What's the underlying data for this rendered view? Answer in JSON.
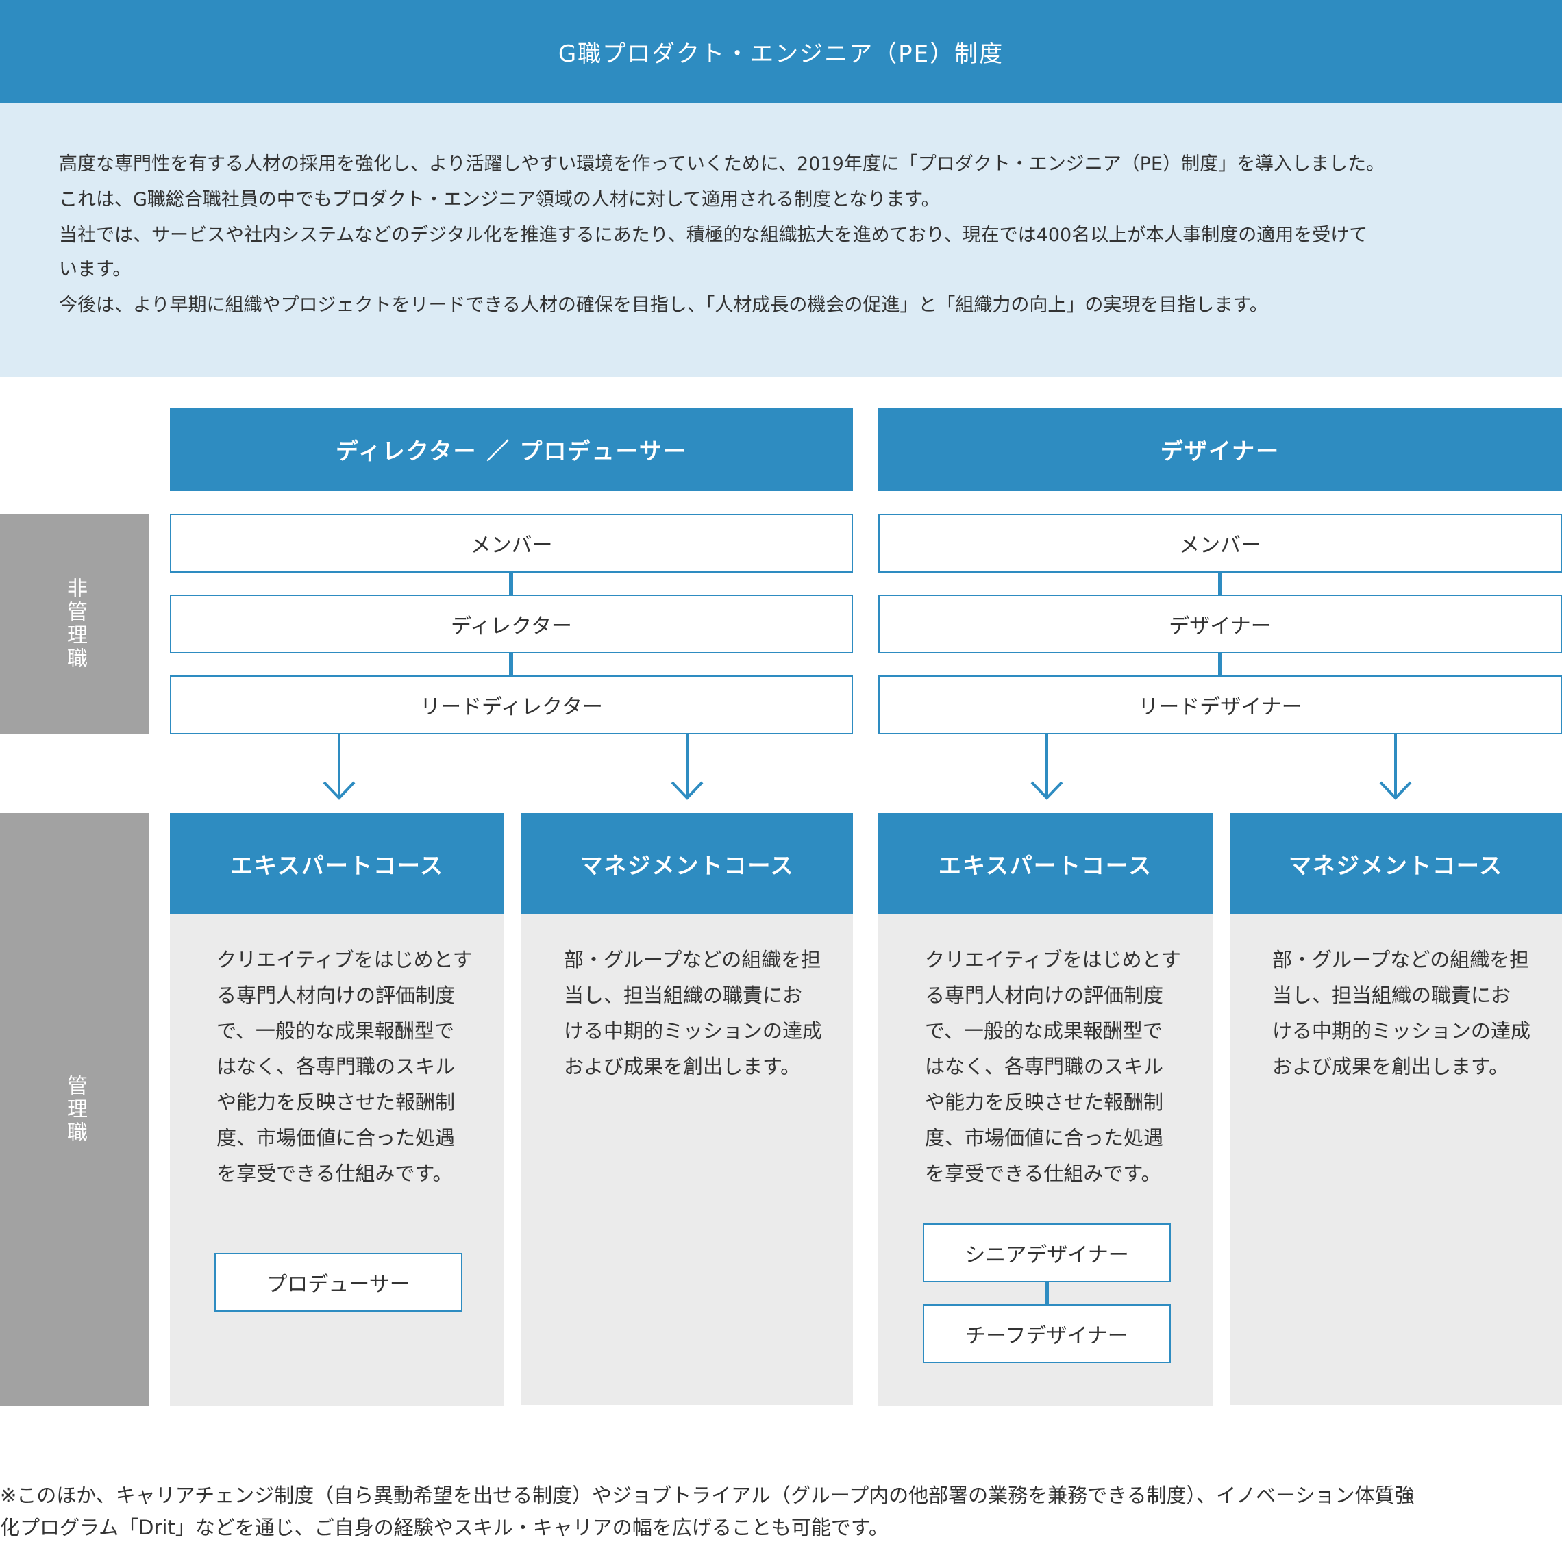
{
  "header": {
    "title": "G職プロダクト・エンジニア（PE）制度"
  },
  "intro": {
    "lines": [
      "高度な専門性を有する人材の採用を強化し、より活躍しやすい環境を作っていくために、2019年度に「プロダクト・エンジニア（PE）制度」を導入しました。",
      "これは、G職総合職社員の中でもプロダクト・エンジニア領域の人材に対して適用される制度となります。",
      "当社では、サービスや社内システムなどのデジタル化を推進するにあたり、積極的な組織拡大を進めており、現在では400名以上が本人事制度の適用を受けて",
      "います。",
      "今後は、より早期に組織やプロジェクトをリードできる人材の確保を目指し、「人材成長の機会の促進」と「組織力の向上」の実現を目指します。"
    ]
  },
  "side_labels": {
    "non_management": "非管理職",
    "management": "管理職"
  },
  "columns": {
    "director": {
      "title": "ディレクター ／ プロデューサー",
      "roles": [
        "メンバー",
        "ディレクター",
        "リードディレクター"
      ]
    },
    "designer": {
      "title": "デザイナー",
      "roles": [
        "メンバー",
        "デザイナー",
        "リードデザイナー"
      ]
    }
  },
  "courses": {
    "dir_expert": {
      "title": "エキスパートコース",
      "lines": [
        "クリエイティブをはじめとす",
        "る専門人材向けの評価制度",
        "で、一般的な成果報酬型で",
        "はなく、各専門職のスキル",
        "や能力を反映させた報酬制",
        "度、市場価値に合った処遇",
        "を享受できる仕組みです。"
      ],
      "positions": [
        "プロデューサー"
      ]
    },
    "dir_mgmt": {
      "title": "マネジメントコース",
      "lines": [
        "部・グループなどの組織を担",
        "当し、担当組織の職責にお",
        "ける中期的ミッションの達成",
        "および成果を創出します。"
      ]
    },
    "des_expert": {
      "title": "エキスパートコース",
      "lines": [
        "クリエイティブをはじめとす",
        "る専門人材向けの評価制度",
        "で、一般的な成果報酬型で",
        "はなく、各専門職のスキル",
        "や能力を反映させた報酬制",
        "度、市場価値に合った処遇",
        "を享受できる仕組みです。"
      ],
      "positions": [
        "シニアデザイナー",
        "チーフデザイナー"
      ]
    },
    "des_mgmt": {
      "title": "マネジメントコース",
      "lines": [
        "部・グループなどの組織を担",
        "当し、担当組織の職責にお",
        "ける中期的ミッションの達成",
        "および成果を創出します。"
      ]
    }
  },
  "footnote": {
    "lines": [
      "※このほか、キャリアチェンジ制度（自ら異動希望を出せる制度）やジョブトライアル（グループ内の他部署の業務を兼務できる制度）、イノベーション体質強",
      "化プログラム「Drit」などを通じ、ご自身の経験やスキル・キャリアの幅を広げることも可能です。"
    ]
  },
  "colors": {
    "accent": "#2e8cc1",
    "intro_bg": "#dcebf5",
    "side_bg": "#a2a2a2",
    "course_bg": "#ebebeb"
  }
}
